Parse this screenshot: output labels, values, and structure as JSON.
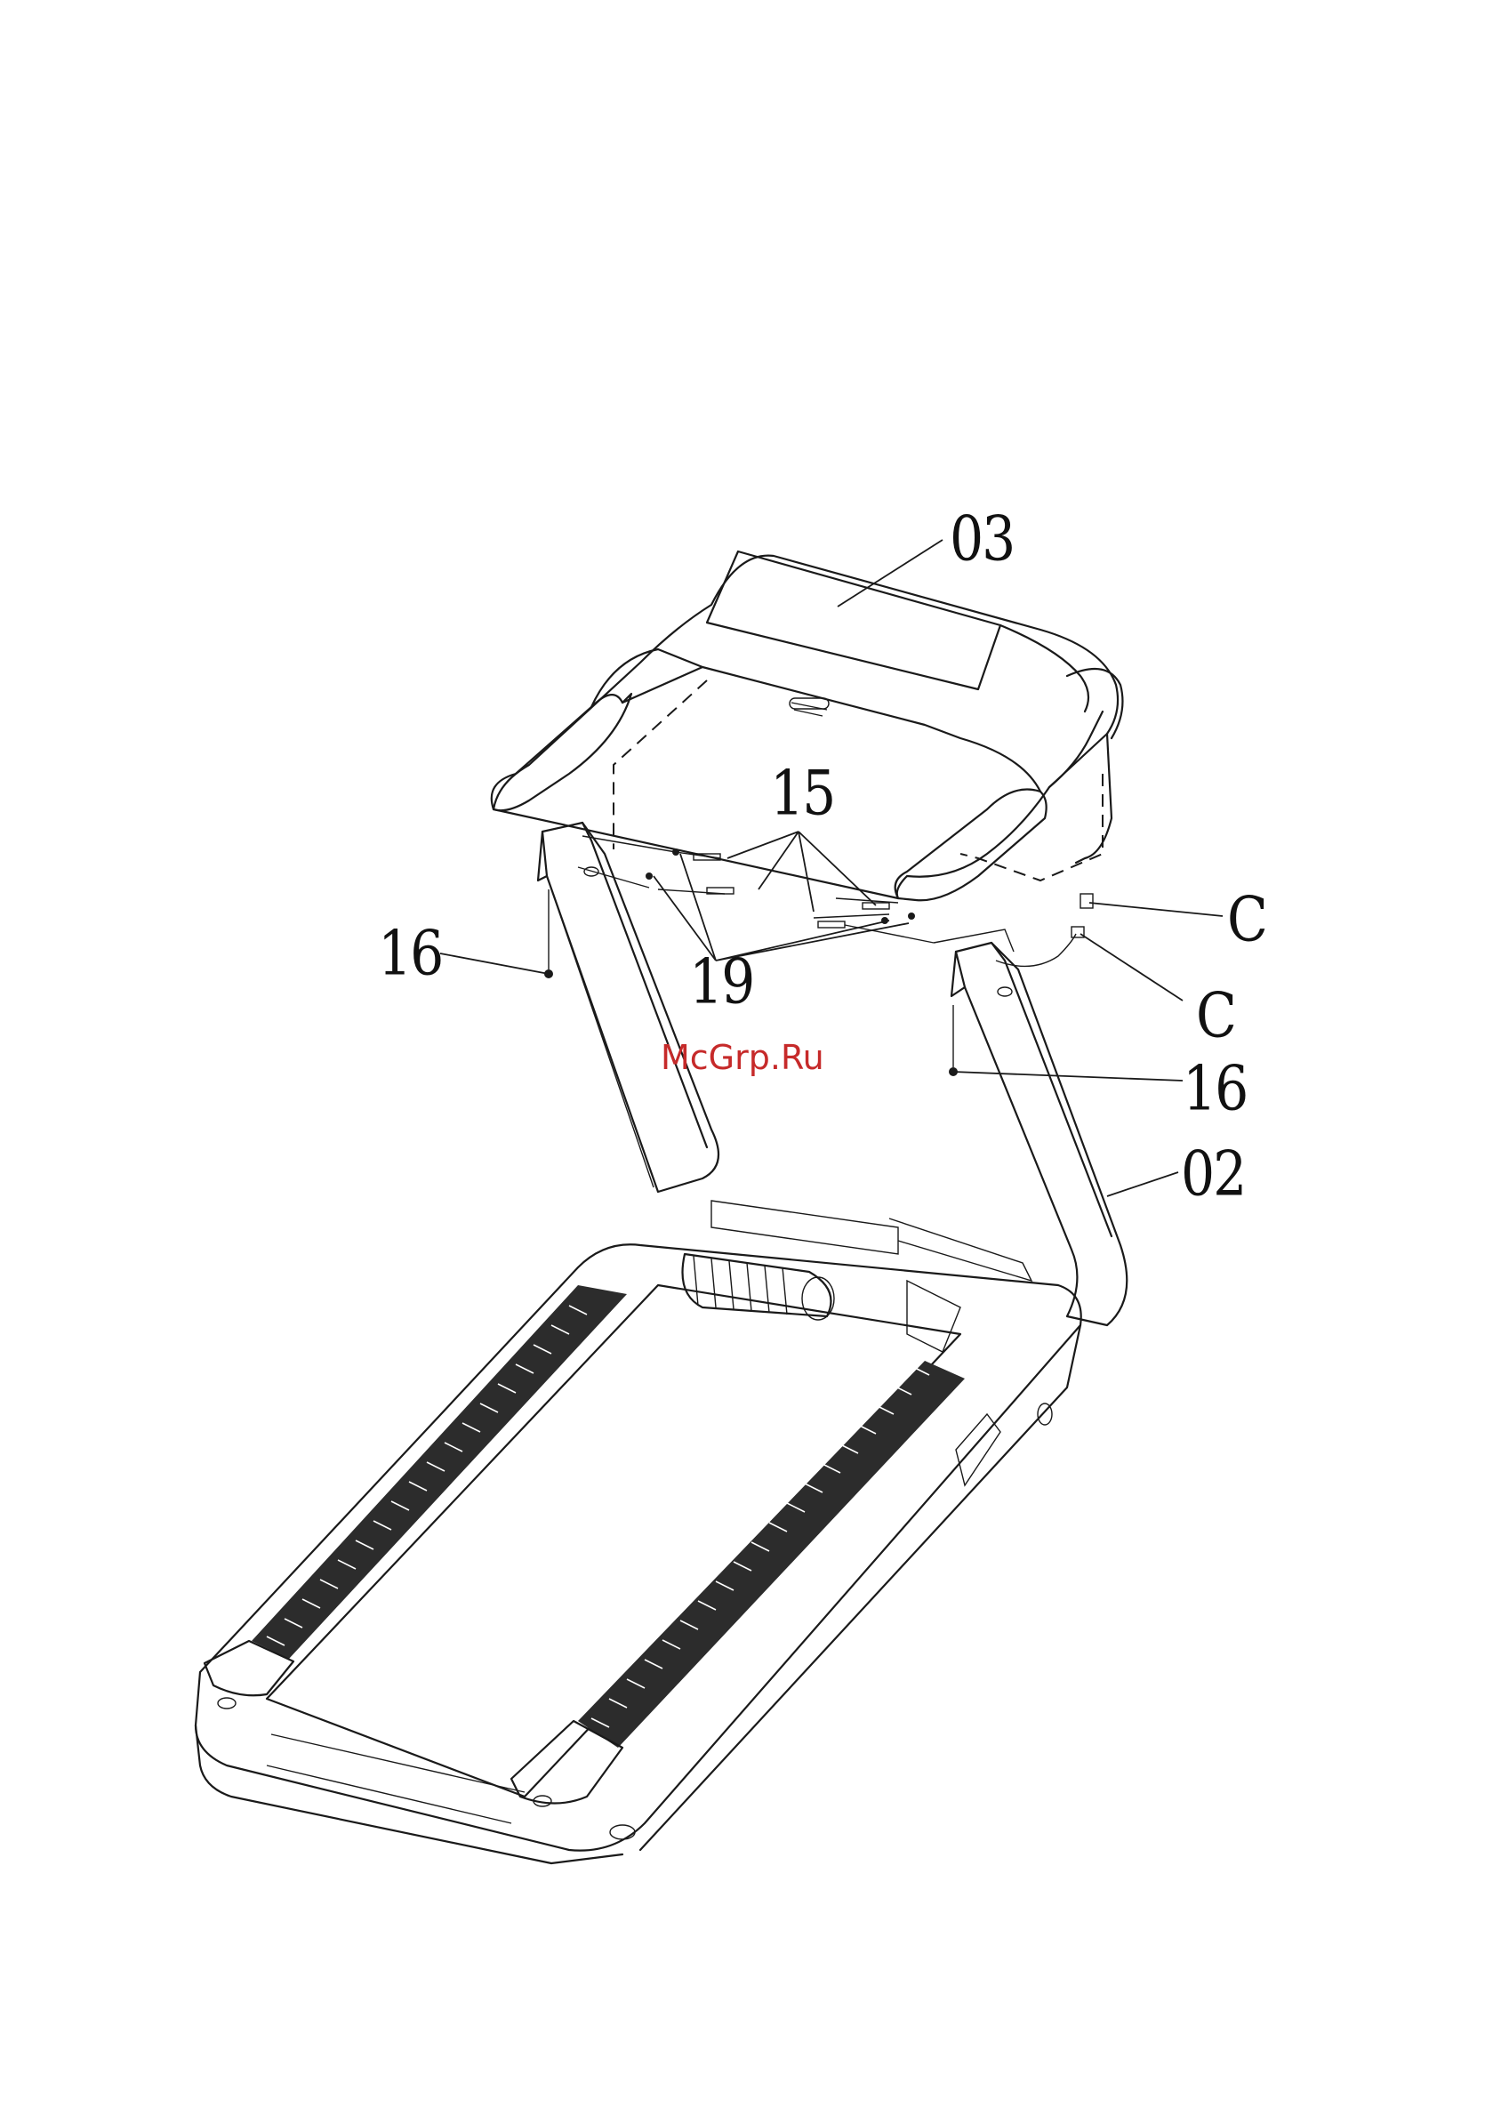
{
  "diagram": {
    "callouts": {
      "c03": "03",
      "c15": "15",
      "c16_left": "16",
      "c19": "19",
      "c_connector_upper": "C",
      "c_connector_lower": "C",
      "c16_right": "16",
      "c02": "02"
    },
    "watermark": "McGrp.Ru",
    "colors": {
      "line": "#1a1a1a",
      "watermark": "#c62a2a",
      "background": "#ffffff"
    }
  }
}
